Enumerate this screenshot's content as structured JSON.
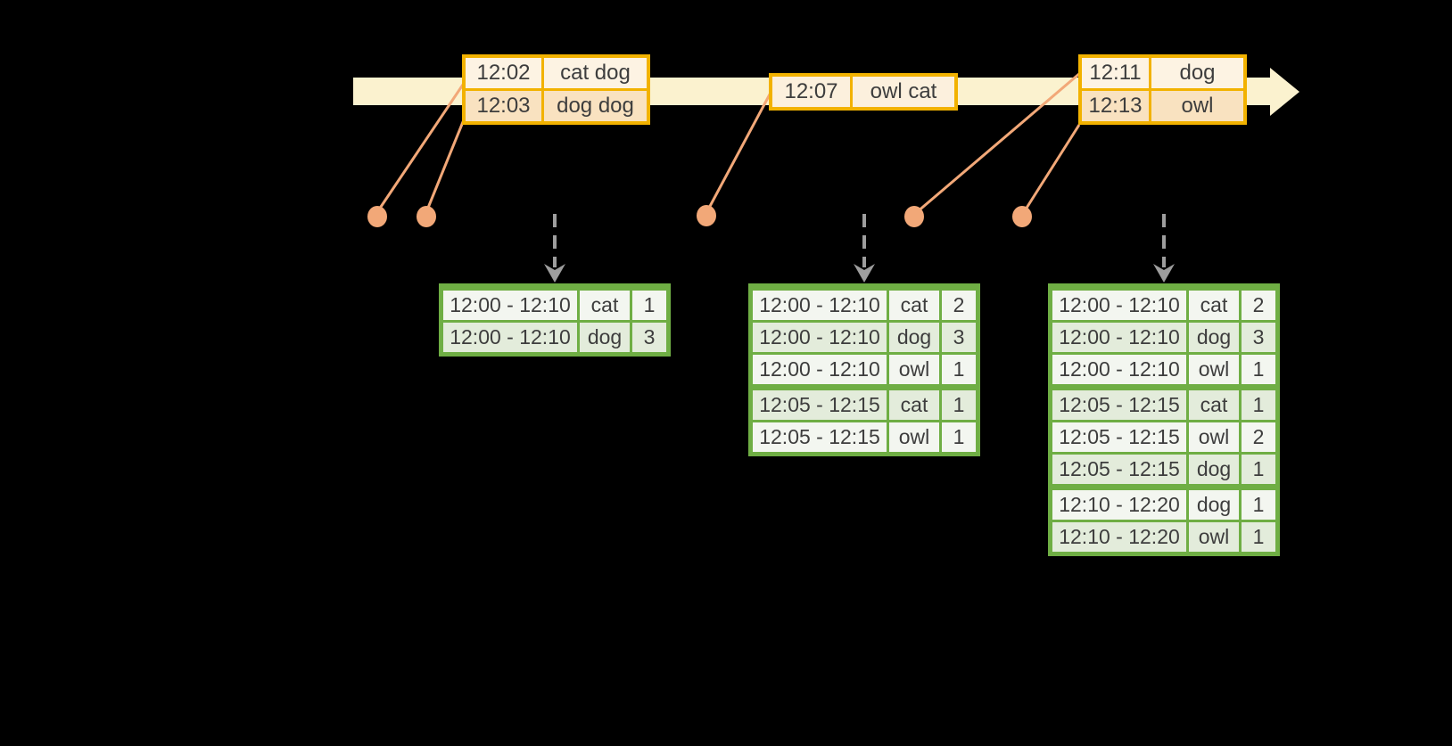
{
  "diagram": {
    "kind": "windowed-grouped-aggregation-timeline",
    "colors": {
      "background": "#000000",
      "timeline_band": "#fbf2cf",
      "event_box_border": "#f2b200",
      "event_row_dark": "#f9e2c0",
      "event_row_light": "#fdf3e3",
      "event_marker": "#f2a878",
      "trigger_arrow": "#9e9e9e",
      "table_border": "#6fae44",
      "table_row_dark": "#e3ecdb",
      "table_row_light": "#f3f6f0",
      "text": "#3d3d3d"
    }
  },
  "event_boxes": [
    {
      "rows": [
        {
          "time": "12:02",
          "words": "cat dog"
        },
        {
          "time": "12:03",
          "words": "dog dog"
        }
      ]
    },
    {
      "rows": [
        {
          "time": "12:07",
          "words": "owl cat"
        }
      ]
    },
    {
      "rows": [
        {
          "time": "12:11",
          "words": "dog"
        },
        {
          "time": "12:13",
          "words": "owl"
        }
      ]
    }
  ],
  "result_tables": [
    {
      "rows": [
        {
          "window": "12:00 - 12:10",
          "word": "cat",
          "count": "1"
        },
        {
          "window": "12:00 - 12:10",
          "word": "dog",
          "count": "3"
        }
      ]
    },
    {
      "rows": [
        {
          "window": "12:00 - 12:10",
          "word": "cat",
          "count": "2"
        },
        {
          "window": "12:00 - 12:10",
          "word": "dog",
          "count": "3"
        },
        {
          "window": "12:00 - 12:10",
          "word": "owl",
          "count": "1"
        },
        {
          "window": "12:05 - 12:15",
          "word": "cat",
          "count": "1",
          "group_start": true
        },
        {
          "window": "12:05 - 12:15",
          "word": "owl",
          "count": "1"
        }
      ]
    },
    {
      "rows": [
        {
          "window": "12:00 - 12:10",
          "word": "cat",
          "count": "2"
        },
        {
          "window": "12:00 - 12:10",
          "word": "dog",
          "count": "3"
        },
        {
          "window": "12:00 - 12:10",
          "word": "owl",
          "count": "1"
        },
        {
          "window": "12:05 - 12:15",
          "word": "cat",
          "count": "1",
          "group_start": true
        },
        {
          "window": "12:05 - 12:15",
          "word": "owl",
          "count": "2"
        },
        {
          "window": "12:05 - 12:15",
          "word": "dog",
          "count": "1"
        },
        {
          "window": "12:10 - 12:20",
          "word": "dog",
          "count": "1",
          "group_start": true
        },
        {
          "window": "12:10 - 12:20",
          "word": "owl",
          "count": "1"
        }
      ]
    }
  ]
}
